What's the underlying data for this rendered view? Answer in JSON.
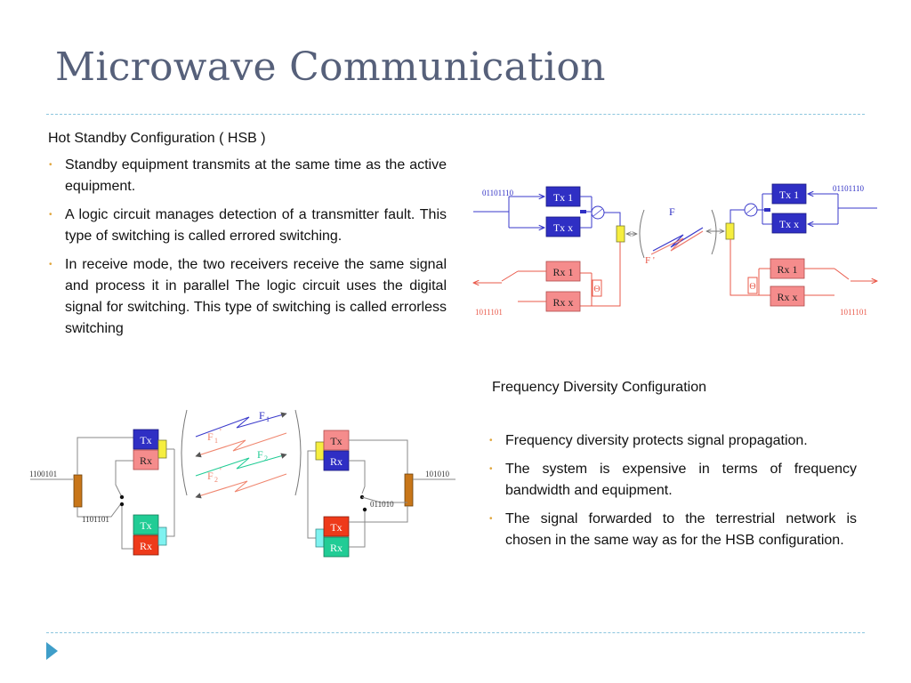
{
  "slide": {
    "title": "Microwave Communication"
  },
  "hsb": {
    "heading": "Hot Standby Configuration ( HSB )",
    "bullets": [
      "Standby equipment transmits at the same time as the active equipment.",
      " A logic circuit manages detection of a transmitter fault. This type of switching is called errored switching.",
      "In receive mode, the two receivers receive the same signal and process it in parallel The logic circuit uses the digital signal for switching. This type of switching is called errorless switching"
    ]
  },
  "hsb_diagram": {
    "left_input_bits": "01101110",
    "right_input_bits": "01101110",
    "left_output_bits": "1011101",
    "right_output_bits": "1011101",
    "tx1": "Tx 1",
    "txx": "Tx x",
    "rx1": "Rx 1",
    "rxx": "Rx x",
    "freq": "F",
    "freq_prime": "F '",
    "phase": "Θ"
  },
  "fd": {
    "heading": "Frequency Diversity Configuration",
    "bullets": [
      "Frequency diversity protects signal propagation.",
      "The system is expensive in terms of frequency bandwidth and equipment.",
      "The signal forwarded to the terrestrial network is chosen in the same way as for the HSB configuration."
    ]
  },
  "fd_diagram": {
    "left_bits_main": "1100101",
    "left_bits_sub": "1101101",
    "right_bits_main": "101010",
    "right_bits_sub": "011010",
    "tx": "Tx",
    "rx": "Rx",
    "f1": "F",
    "f1_sub": "1",
    "f2": "F",
    "f2_sub": "2",
    "prime": "'"
  },
  "colors": {
    "title": "#56607a",
    "rule": "#8cc6de",
    "bullet": "#e0a63d",
    "blue_box": "#2f2fc4",
    "pink_box": "#f58c8c",
    "red_box": "#ee3a1a",
    "teal_box": "#21cc95",
    "cyan_box": "#7ff2f0",
    "yellow_box": "#f6ee3f",
    "orange_box": "#c87619"
  }
}
